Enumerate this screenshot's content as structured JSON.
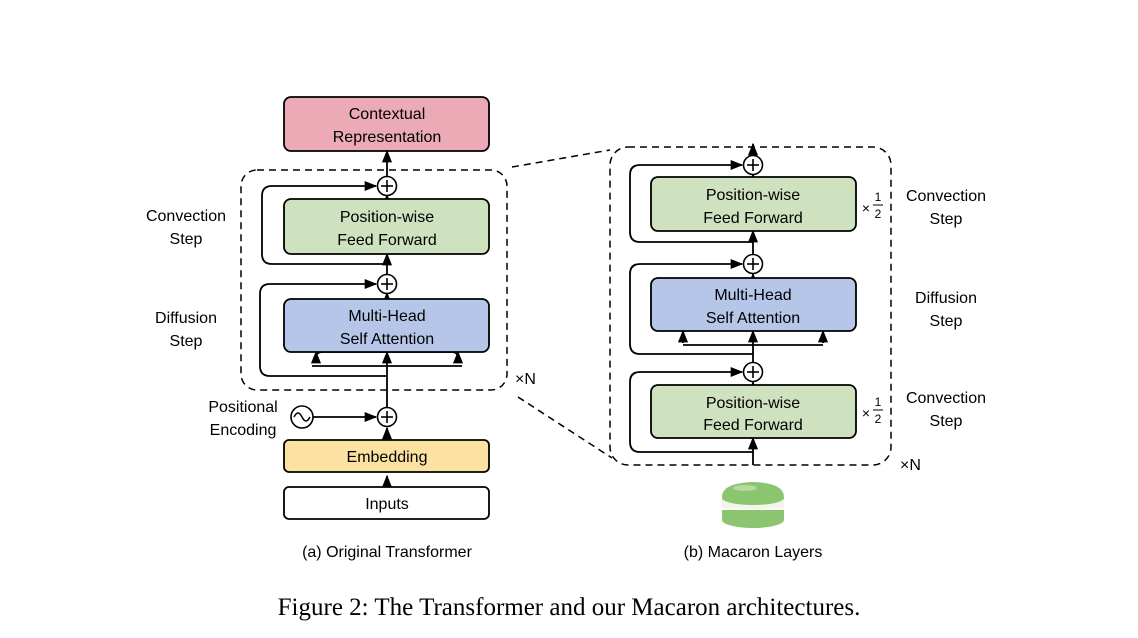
{
  "colors": {
    "contextual": "#ebaab5",
    "feed_forward": "#cfe2bf",
    "attention": "#b6c6e8",
    "embedding": "#fbe2a2",
    "inputs": "#ffffff",
    "macaron_shell": "#8cc56f",
    "macaron_cream": "#f2f5ea"
  },
  "left": {
    "contextual": [
      "Contextual",
      "Representation"
    ],
    "feed_forward": [
      "Position-wise",
      "Feed Forward"
    ],
    "attention": [
      "Multi-Head",
      "Self Attention"
    ],
    "embedding": "Embedding",
    "inputs": "Inputs",
    "convection": [
      "Convection",
      "Step"
    ],
    "diffusion": [
      "Diffusion",
      "Step"
    ],
    "positional": [
      "Positional",
      "Encoding"
    ],
    "repeat": "×N",
    "sublabel": "(a) Original Transformer"
  },
  "right": {
    "feed_forward_top": [
      "Position-wise",
      "Feed Forward"
    ],
    "attention": [
      "Multi-Head",
      "Self Attention"
    ],
    "feed_forward_bottom": [
      "Position-wise",
      "Feed Forward"
    ],
    "half_multiplier": "×",
    "half_num": "1",
    "half_den": "2",
    "convection_top": [
      "Convection",
      "Step"
    ],
    "diffusion": [
      "Diffusion",
      "Step"
    ],
    "convection_bottom": [
      "Convection",
      "Step"
    ],
    "repeat": "×N",
    "sublabel": "(b) Macaron Layers"
  },
  "caption": "Figure 2: The Transformer and our Macaron architectures."
}
